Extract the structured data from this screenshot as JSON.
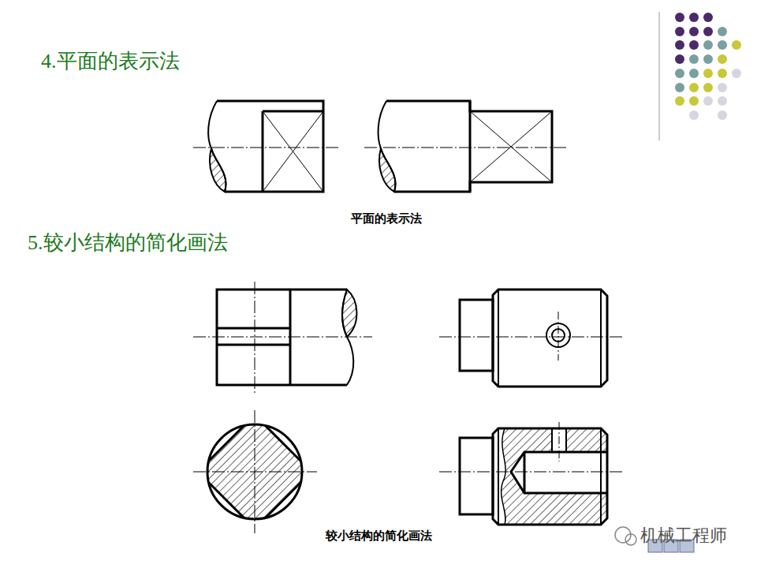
{
  "diagram": {
    "labels": [
      "4.平面的表示法",
      "平面的表示法",
      "5.较小结构的简化画法",
      "较小结构的简化画法",
      "机械工程师"
    ]
  }
}
